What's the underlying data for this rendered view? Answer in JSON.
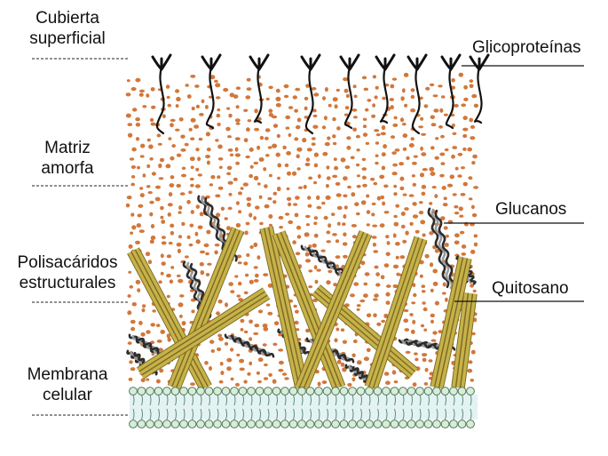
{
  "labels_left": [
    {
      "id": "cubierta",
      "text": "Cubierta\nsuperficial"
    },
    {
      "id": "matriz",
      "text": "Matriz\namorfa"
    },
    {
      "id": "polisacaridos",
      "text": "Polisacáridos\nestructurales"
    },
    {
      "id": "membrana",
      "text": "Membrana\ncelular"
    }
  ],
  "labels_right": [
    {
      "id": "glicoproteinas",
      "text": "Glicoproteínas"
    },
    {
      "id": "glucanos",
      "text": "Glucanos"
    },
    {
      "id": "quitosano",
      "text": "Quitosano"
    }
  ],
  "colors": {
    "matrix_dots": "#d2773a",
    "rods_fill": "#c7b24a",
    "rods_stroke": "#7a6a22",
    "membrane_heads": "#d9ecd4",
    "membrane_core": "#e3f3f2",
    "glucan_dark": "#2b2b2b",
    "glucan_light": "#9a9a9a",
    "glycoprotein": "#111111"
  }
}
